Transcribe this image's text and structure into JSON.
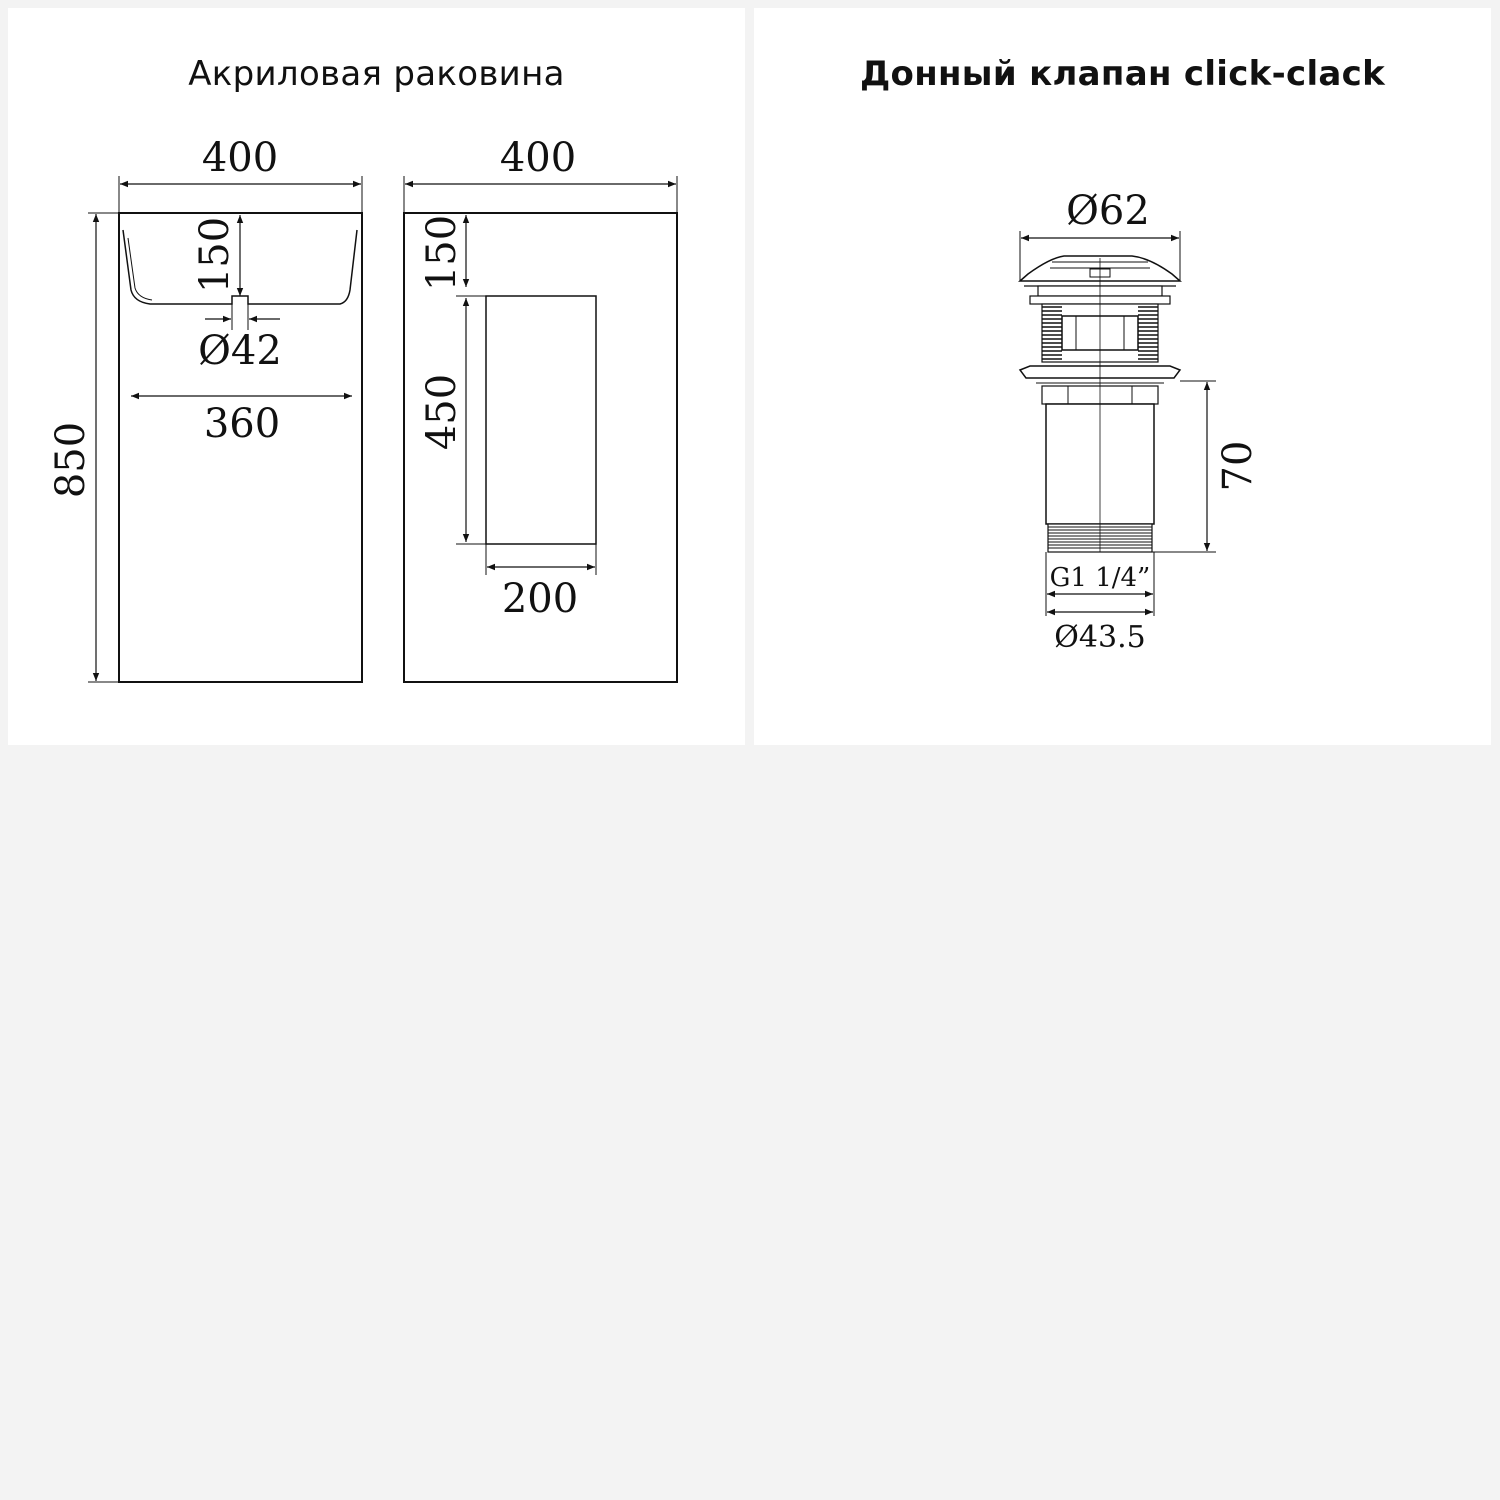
{
  "sink_panel": {
    "title": "Акриловая раковина",
    "front_view": {
      "width_label": "400",
      "height_label": "850",
      "bowl_depth_label": "150",
      "drain_label": "Ø42",
      "inner_width_label": "360"
    },
    "side_view": {
      "width_label": "400",
      "top_offset_label": "150",
      "niche_height_label": "450",
      "niche_width_label": "200"
    }
  },
  "valve_panel": {
    "title": "Донный клапан click-clack",
    "cap_diameter_label": "Ø62",
    "length_label": "70",
    "thread_label": "G1 1/4”",
    "outlet_diameter_label": "Ø43.5"
  },
  "colors": {
    "background": "#f3f3f3",
    "panel": "#ffffff",
    "line": "#111111"
  }
}
